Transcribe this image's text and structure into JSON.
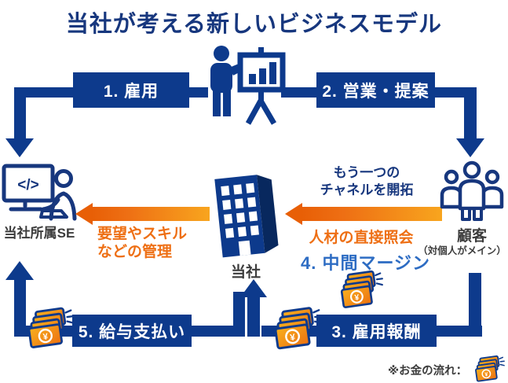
{
  "title": "当社が考える新しいビジネスモデル",
  "colors": {
    "navy": "#0d3a8c",
    "title_navy": "#17377e",
    "orange": "#ee6f14",
    "orange_light": "#f8a51e",
    "orange_dark": "#e85f06",
    "blue_mid": "#2d6cc3",
    "text_dark": "#3c3c3c"
  },
  "flow": {
    "step1": {
      "label": "1. 雇用"
    },
    "step2": {
      "label": "2. 営業・提案"
    },
    "step3": {
      "label": "3. 雇用報酬"
    },
    "step4": {
      "label": "4. 中間マージン"
    },
    "step5": {
      "label": "5. 給与支払い"
    }
  },
  "entities": {
    "se": {
      "label": "当社所属SE"
    },
    "company": {
      "label": "当社"
    },
    "customer": {
      "label": "顧客",
      "note": "（対個人がメイン）"
    }
  },
  "annotations": {
    "channel_line1": "もう一つの",
    "channel_line2": "チャネルを開拓",
    "direct_inquiry": "人材の直接照会",
    "management_line1": "要望やスキル",
    "management_line2": "などの管理",
    "money_note": "※お金の流れ："
  },
  "glyphs": {
    "yen": "¥",
    "code": "</>"
  }
}
